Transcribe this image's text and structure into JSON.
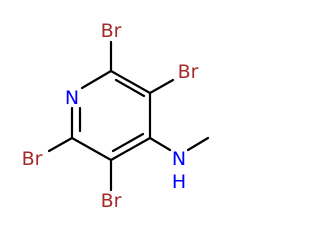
{
  "molecule": {
    "colors": {
      "bond": "#000000",
      "bromine": "#a52a2a",
      "nitrogen": "#0000ff"
    },
    "atoms": {
      "br_top": "Br",
      "br_right": "Br",
      "br_left": "Br",
      "br_bottom": "Br",
      "n_ring": "N",
      "nh_amine": "N",
      "h_amine": "H"
    }
  }
}
